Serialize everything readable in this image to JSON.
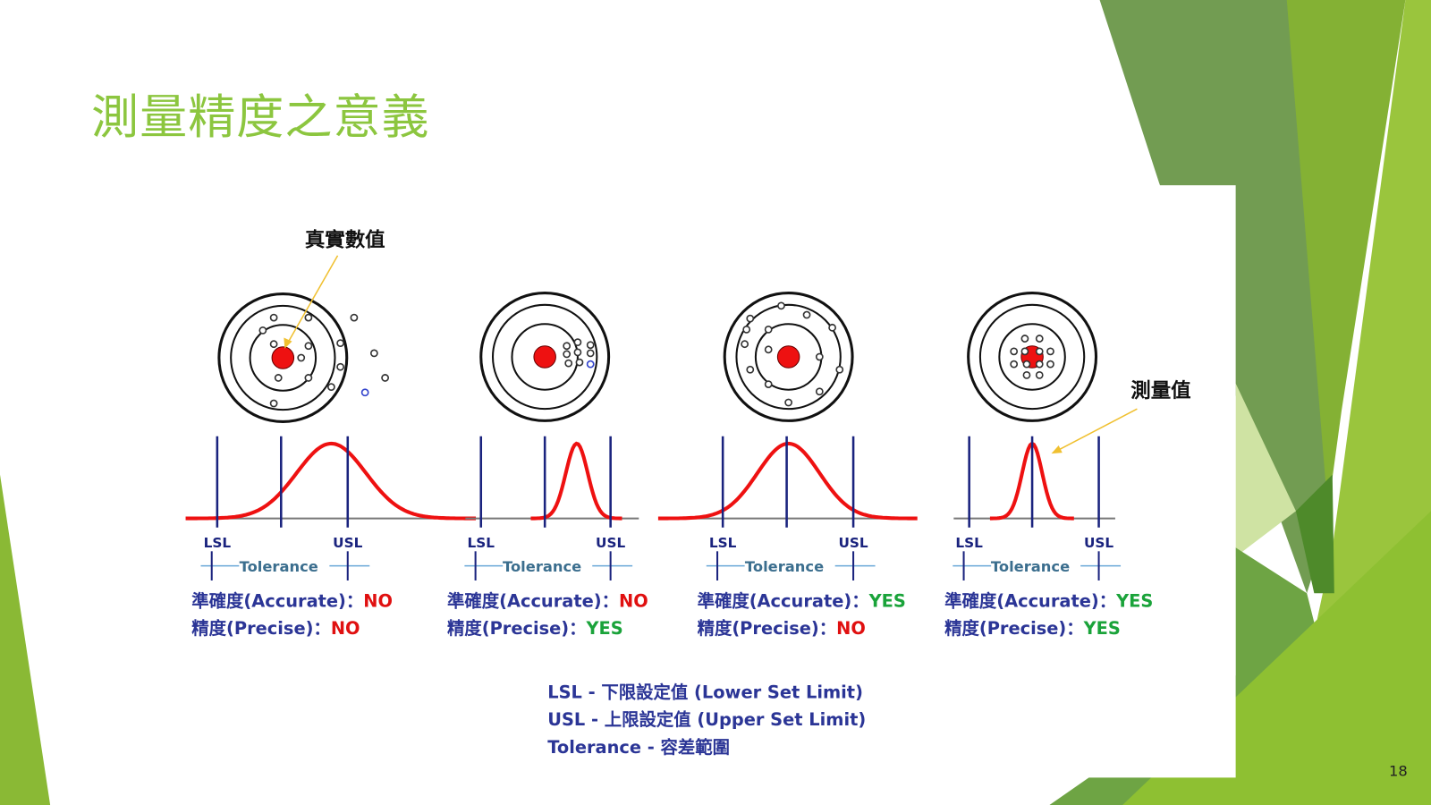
{
  "slide": {
    "title": "測量精度之意義",
    "page_number": "18"
  },
  "annotations": {
    "true_value": "真實數值",
    "measured_value": "測量值"
  },
  "panels": [
    {
      "lsl": "LSL",
      "usl": "USL",
      "tolerance": "Tolerance",
      "accurate_label": "準確度(Accurate)：",
      "accurate": "NO",
      "precise_label": "精度(Precise)：",
      "precise": "NO"
    },
    {
      "lsl": "LSL",
      "usl": "USL",
      "tolerance": "Tolerance",
      "accurate_label": "準確度(Accurate)：",
      "accurate": "NO",
      "precise_label": "精度(Precise)：",
      "precise": "YES"
    },
    {
      "lsl": "LSL",
      "usl": "USL",
      "tolerance": "Tolerance",
      "accurate_label": "準確度(Accurate)：",
      "accurate": "YES",
      "precise_label": "精度(Precise)：",
      "precise": "NO"
    },
    {
      "lsl": "LSL",
      "usl": "USL",
      "tolerance": "Tolerance",
      "accurate_label": "準確度(Accurate)：",
      "accurate": "YES",
      "precise_label": "精度(Precise)：",
      "precise": "YES"
    }
  ],
  "legend": [
    "LSL - 下限設定值 (Lower Set Limit)",
    "USL - 上限設定值 (Upper Set Limit)",
    "Tolerance - 容差範圍"
  ],
  "colors": {
    "title": "#8cc63f",
    "label": "#2b3596",
    "no": "#e01010",
    "yes": "#1aa33a",
    "curve": "#ee1111",
    "limit": "#1a237e"
  }
}
